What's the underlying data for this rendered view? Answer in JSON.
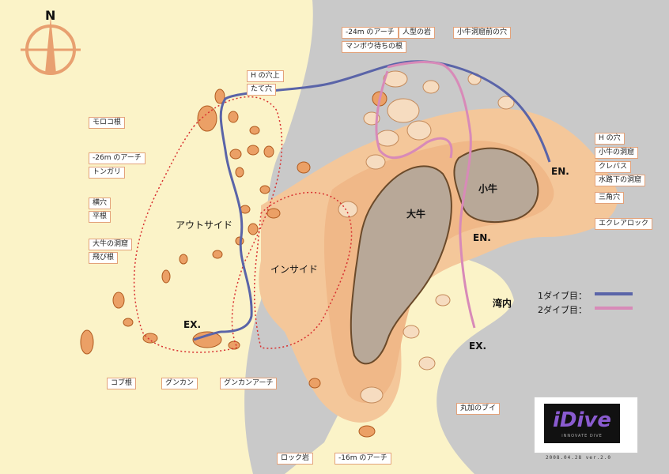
{
  "compass": {
    "letter": "N"
  },
  "labels": {
    "arch24": "-24m のアーチ",
    "human_rock": "人型の岩",
    "koushi_front_hole": "小牛洞窟前の穴",
    "manbou": "マンボウ待ちの根",
    "h_hole_top": "H の穴上",
    "tate_ana": "たて穴",
    "morocco": "モロコ根",
    "arch26": "-26m のアーチ",
    "tongari": "トンガリ",
    "yoko_ana": "横穴",
    "hira_ne": "平根",
    "ooushi_cave": "大牛の洞窟",
    "tobi_ne": "飛び根",
    "h_hole": "H の穴",
    "koushi_cave": "小牛の洞窟",
    "crevasse": "クレバス",
    "suiro_cave": "水路下の洞窟",
    "sankaku": "三角穴",
    "eclair": "エクレアロック",
    "kobu": "コブ根",
    "gunkan": "グンカン",
    "gunkan_arch": "グンカンアーチ",
    "marukabuoy": "丸加のブイ",
    "rock_iwa": "ロック岩",
    "arch16": "-16m のアーチ"
  },
  "areas": {
    "outside": "アウトサイド",
    "inside": "インサイド",
    "ooushi": "大牛",
    "koushi": "小牛",
    "wannai": "湾内",
    "en1": "EN.",
    "en2": "EN.",
    "ex1": "EX.",
    "ex2": "EX."
  },
  "legend": {
    "dive1": "1ダイブ目：",
    "dive2": "2ダイブ目：",
    "dive1_color": "#5a64a8",
    "dive2_color": "#d88ab8"
  },
  "logo": {
    "title": "iDive",
    "subtitle": "iNNOVATE DIVE",
    "version": "2008.04.28  ver.2.0"
  }
}
